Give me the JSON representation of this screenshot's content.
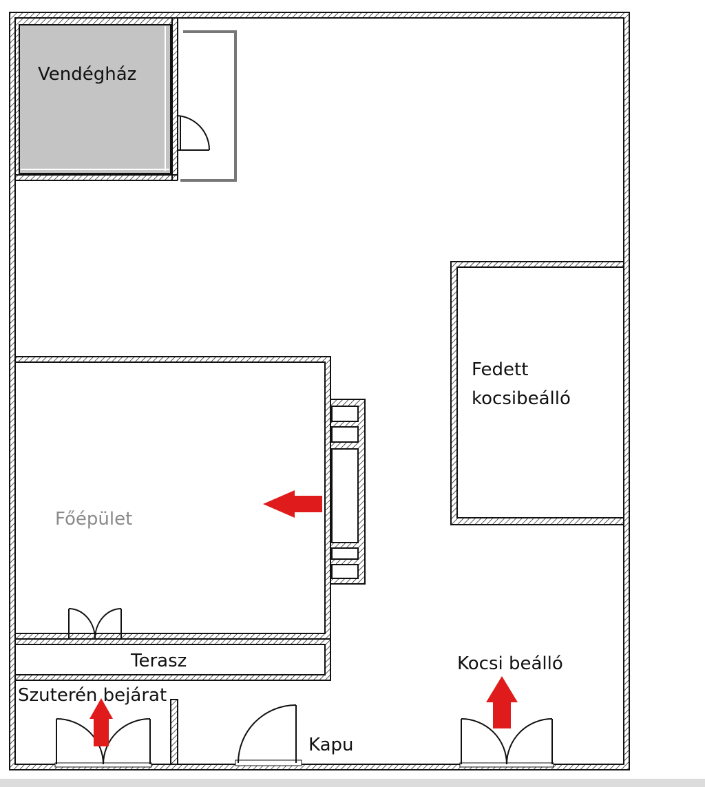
{
  "labels": {
    "guest_house": "Vendégház",
    "covered_carport_line1": "Fedett",
    "covered_carport_line2": "kocsibeálló",
    "main_building": "Főépület",
    "terrace": "Terasz",
    "basement_entrance": "Szuterén bejárat",
    "car_entry": "Kocsi beálló",
    "gate": "Kapu"
  },
  "colors": {
    "wall": "#111111",
    "guest_house_fill": "#c4c4c4",
    "arrow": "#e01b1b",
    "main_building_text": "#8a8a8a",
    "fence": "#777777"
  }
}
